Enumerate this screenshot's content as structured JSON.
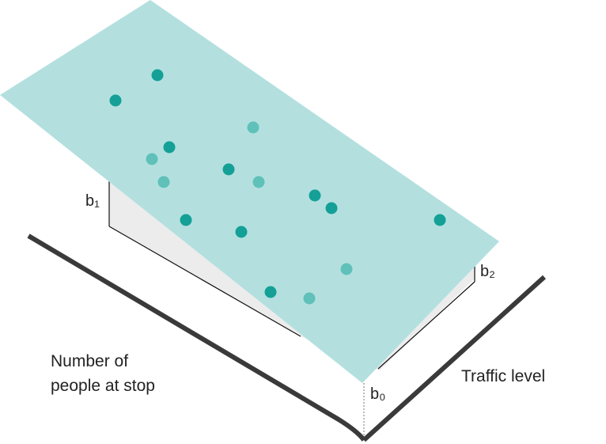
{
  "labels": {
    "x_axis": [
      "Number of",
      "people at stop"
    ],
    "y_axis": "Traffic level",
    "b0": "b₀",
    "b1": "b₁",
    "b2": "b₂"
  },
  "colors": {
    "plane": "#b3e0df",
    "point_dark": "#14a096",
    "point_light": "#5fc1b9",
    "side_face": "#ececec",
    "axis": "#3a3a3a"
  }
}
